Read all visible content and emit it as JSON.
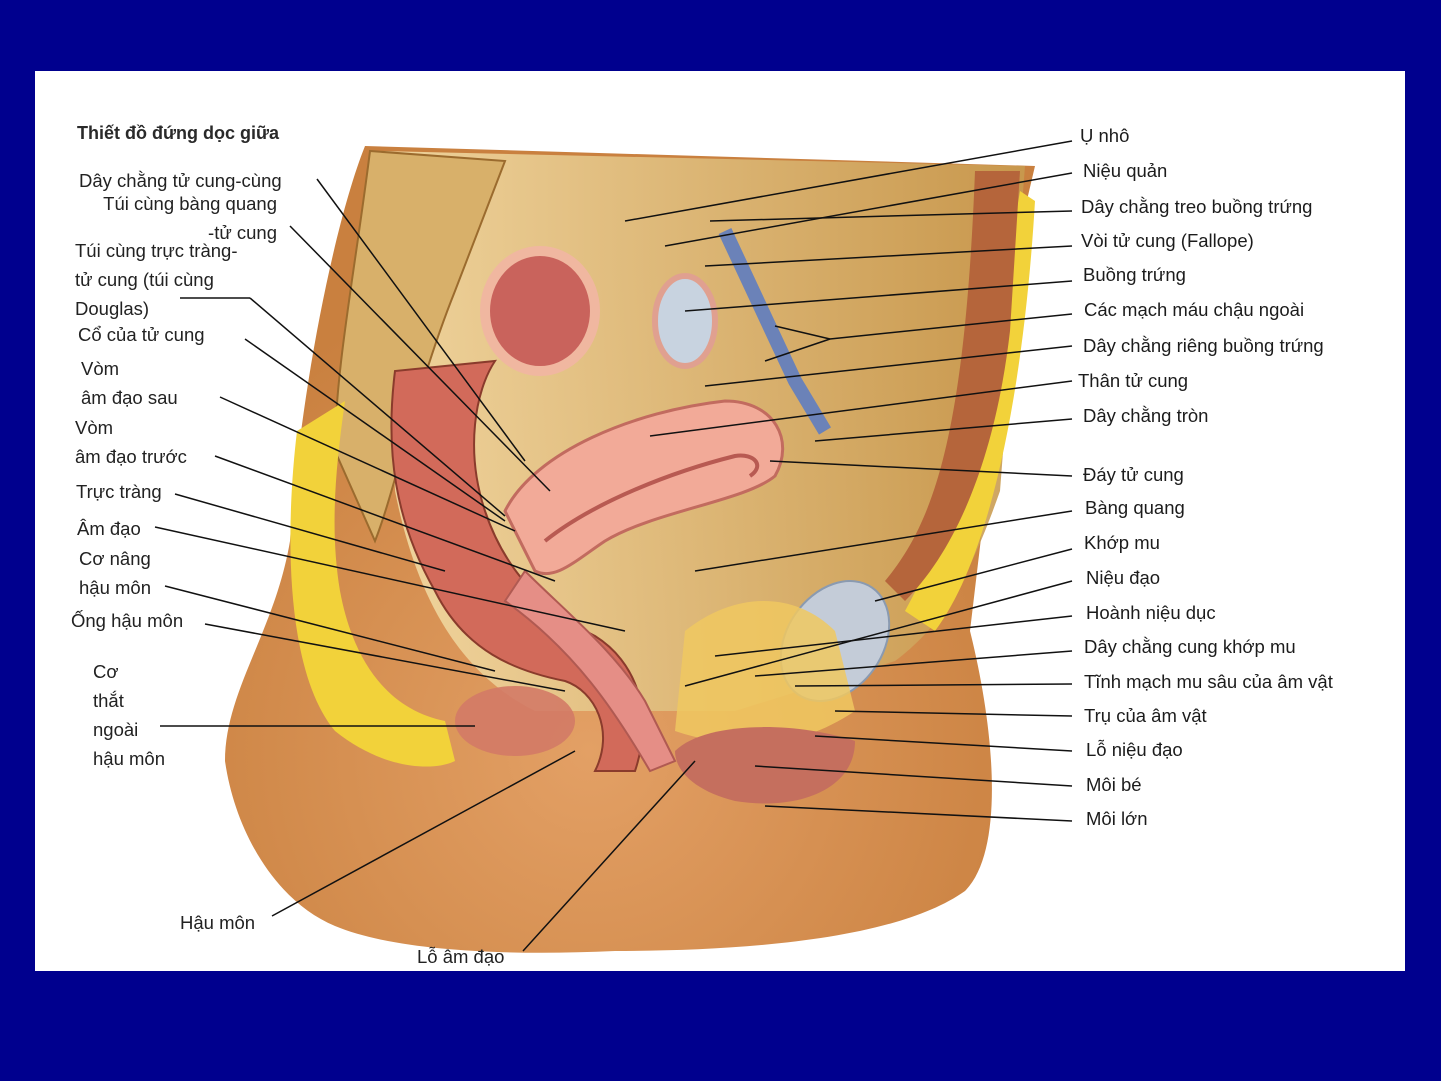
{
  "figure": {
    "title": "Thiết đồ đứng dọc giữa",
    "left_labels": [
      {
        "id": "L1",
        "text": "Dây chằng tử cung-cùng"
      },
      {
        "id": "L2",
        "text": "Túi cùng bàng quang\n-tử cung"
      },
      {
        "id": "L3",
        "text": "Túi cùng trực tràng-\ntử cung (túi cùng\nDouglas)"
      },
      {
        "id": "L4",
        "text": "Cổ của tử cung"
      },
      {
        "id": "L5",
        "text": "Vòm\n   âm đạo sau"
      },
      {
        "id": "L6",
        "text": "Vòm\n   âm đạo trước"
      },
      {
        "id": "L7",
        "text": "Trực tràng"
      },
      {
        "id": "L8",
        "text": "Âm đạo"
      },
      {
        "id": "L9",
        "text": "Cơ nâng\n hậu môn"
      },
      {
        "id": "L10",
        "text": "Ống hậu môn"
      },
      {
        "id": "L11",
        "text": "Cơ\n thắt\n ngoài\n hậu môn"
      }
    ],
    "bottom_labels": [
      {
        "id": "B1",
        "text": "Hậu môn"
      },
      {
        "id": "B2",
        "text": "Lỗ âm đạo"
      }
    ],
    "right_labels": [
      {
        "id": "R1",
        "text": "Ụ nhô"
      },
      {
        "id": "R2",
        "text": "Niệu quản"
      },
      {
        "id": "R3",
        "text": "Dây chằng treo buồng trứng"
      },
      {
        "id": "R4",
        "text": "Vòi tử cung (Fallope)"
      },
      {
        "id": "R5",
        "text": "Buồng trứng"
      },
      {
        "id": "R6",
        "text": "Các mạch máu chậu ngoài"
      },
      {
        "id": "R7",
        "text": "Dây chằng riêng buồng trứng"
      },
      {
        "id": "R8",
        "text": "Thân tử cung"
      },
      {
        "id": "R9",
        "text": "Dây chằng tròn"
      },
      {
        "id": "R10",
        "text": "Đáy tử cung"
      },
      {
        "id": "R11",
        "text": "Bàng quang"
      },
      {
        "id": "R12",
        "text": "Khớp mu"
      },
      {
        "id": "R13",
        "text": "Niệu đạo"
      },
      {
        "id": "R14",
        "text": "Hoành niệu dục"
      },
      {
        "id": "R15",
        "text": "Dây chằng cung khớp mu"
      },
      {
        "id": "R16",
        "text": "Tĩnh mạch mu sâu của âm vật"
      },
      {
        "id": "R17",
        "text": "Trụ của âm vật"
      },
      {
        "id": "R18",
        "text": "Lỗ niệu đạo"
      },
      {
        "id": "R19",
        "text": "Môi bé"
      },
      {
        "id": "R20",
        "text": "Môi lớn"
      }
    ]
  }
}
